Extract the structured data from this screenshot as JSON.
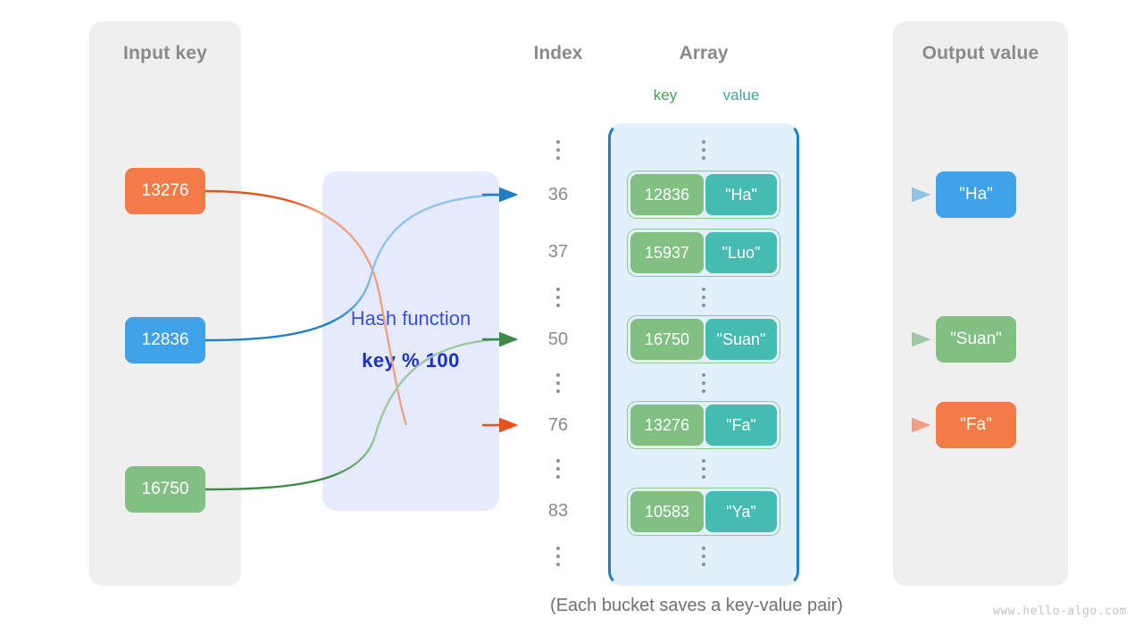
{
  "panels": {
    "input": {
      "title": "Input key"
    },
    "output": {
      "title": "Output value"
    }
  },
  "headings": {
    "index": "Index",
    "array": "Array",
    "key": "key",
    "value": "value"
  },
  "hash": {
    "label": "Hash function",
    "expression": "key % 100"
  },
  "input_keys": [
    {
      "label": "13276",
      "color": "#f47b48"
    },
    {
      "label": "12836",
      "color": "#3fa2e8"
    },
    {
      "label": "16750",
      "color": "#82bf83"
    }
  ],
  "output_values": [
    {
      "label": "\"Ha\"",
      "color": "#3fa2e8"
    },
    {
      "label": "\"Suan\"",
      "color": "#82bf83"
    },
    {
      "label": "\"Fa\"",
      "color": "#f47b48"
    }
  ],
  "index_column": [
    {
      "type": "dots"
    },
    {
      "type": "num",
      "label": "36"
    },
    {
      "type": "num",
      "label": "37"
    },
    {
      "type": "dots"
    },
    {
      "type": "num",
      "label": "50"
    },
    {
      "type": "dots"
    },
    {
      "type": "num",
      "label": "76"
    },
    {
      "type": "dots"
    },
    {
      "type": "num",
      "label": "83"
    },
    {
      "type": "dots"
    }
  ],
  "buckets": [
    {
      "key": "12836",
      "value": "\"Ha\""
    },
    {
      "key": "15937",
      "value": "\"Luo\""
    },
    {
      "key": "16750",
      "value": "\"Suan\""
    },
    {
      "key": "13276",
      "value": "\"Fa\""
    },
    {
      "key": "10583",
      "value": "\"Ya\""
    }
  ],
  "footer": {
    "caption": "(Each bucket saves a key-value pair)",
    "watermark": "www.hello-algo.com"
  },
  "colors": {
    "panel_bg": "#efefef",
    "hash_bg": "#e5eafc",
    "array_bg": "#e2f0fb",
    "array_border": "#1f7fc4",
    "orange": "#f47b48",
    "blue": "#3fa2e8",
    "green": "#82bf83",
    "teal": "#46bbb2",
    "key_label": "#4a9c53",
    "value_label": "#3aa8a0",
    "heading": "#8a8a8a",
    "hash_text": "#3b4fd8"
  }
}
